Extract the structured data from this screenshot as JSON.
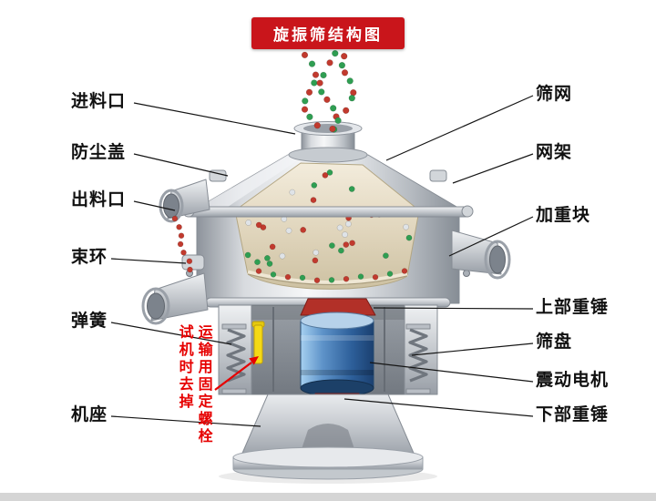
{
  "title_badge": {
    "text": "旋振筛结构图",
    "bg": "#c9151b",
    "fg": "#ffffff"
  },
  "labels": {
    "left": [
      "进料口",
      "防尘盖",
      "出料口",
      "束环",
      "弹簧",
      "机座"
    ],
    "right": [
      "筛网",
      "网架",
      "加重块",
      "上部重锤",
      "筛盘",
      "震动电机",
      "下部重锤"
    ]
  },
  "warning_note": {
    "column1": "试机时去掉",
    "column2": "运输用固定螺栓",
    "color": "#e60000"
  },
  "colors": {
    "leader_line": "#151515",
    "particle_red": "#c13a2e",
    "particle_green": "#2f9e52",
    "particle_light": "#dfe3e7",
    "motor_blue": "#3f6fa8",
    "bolt_highlight": "#f4d916",
    "footer_bar": "#d5d5d5"
  }
}
